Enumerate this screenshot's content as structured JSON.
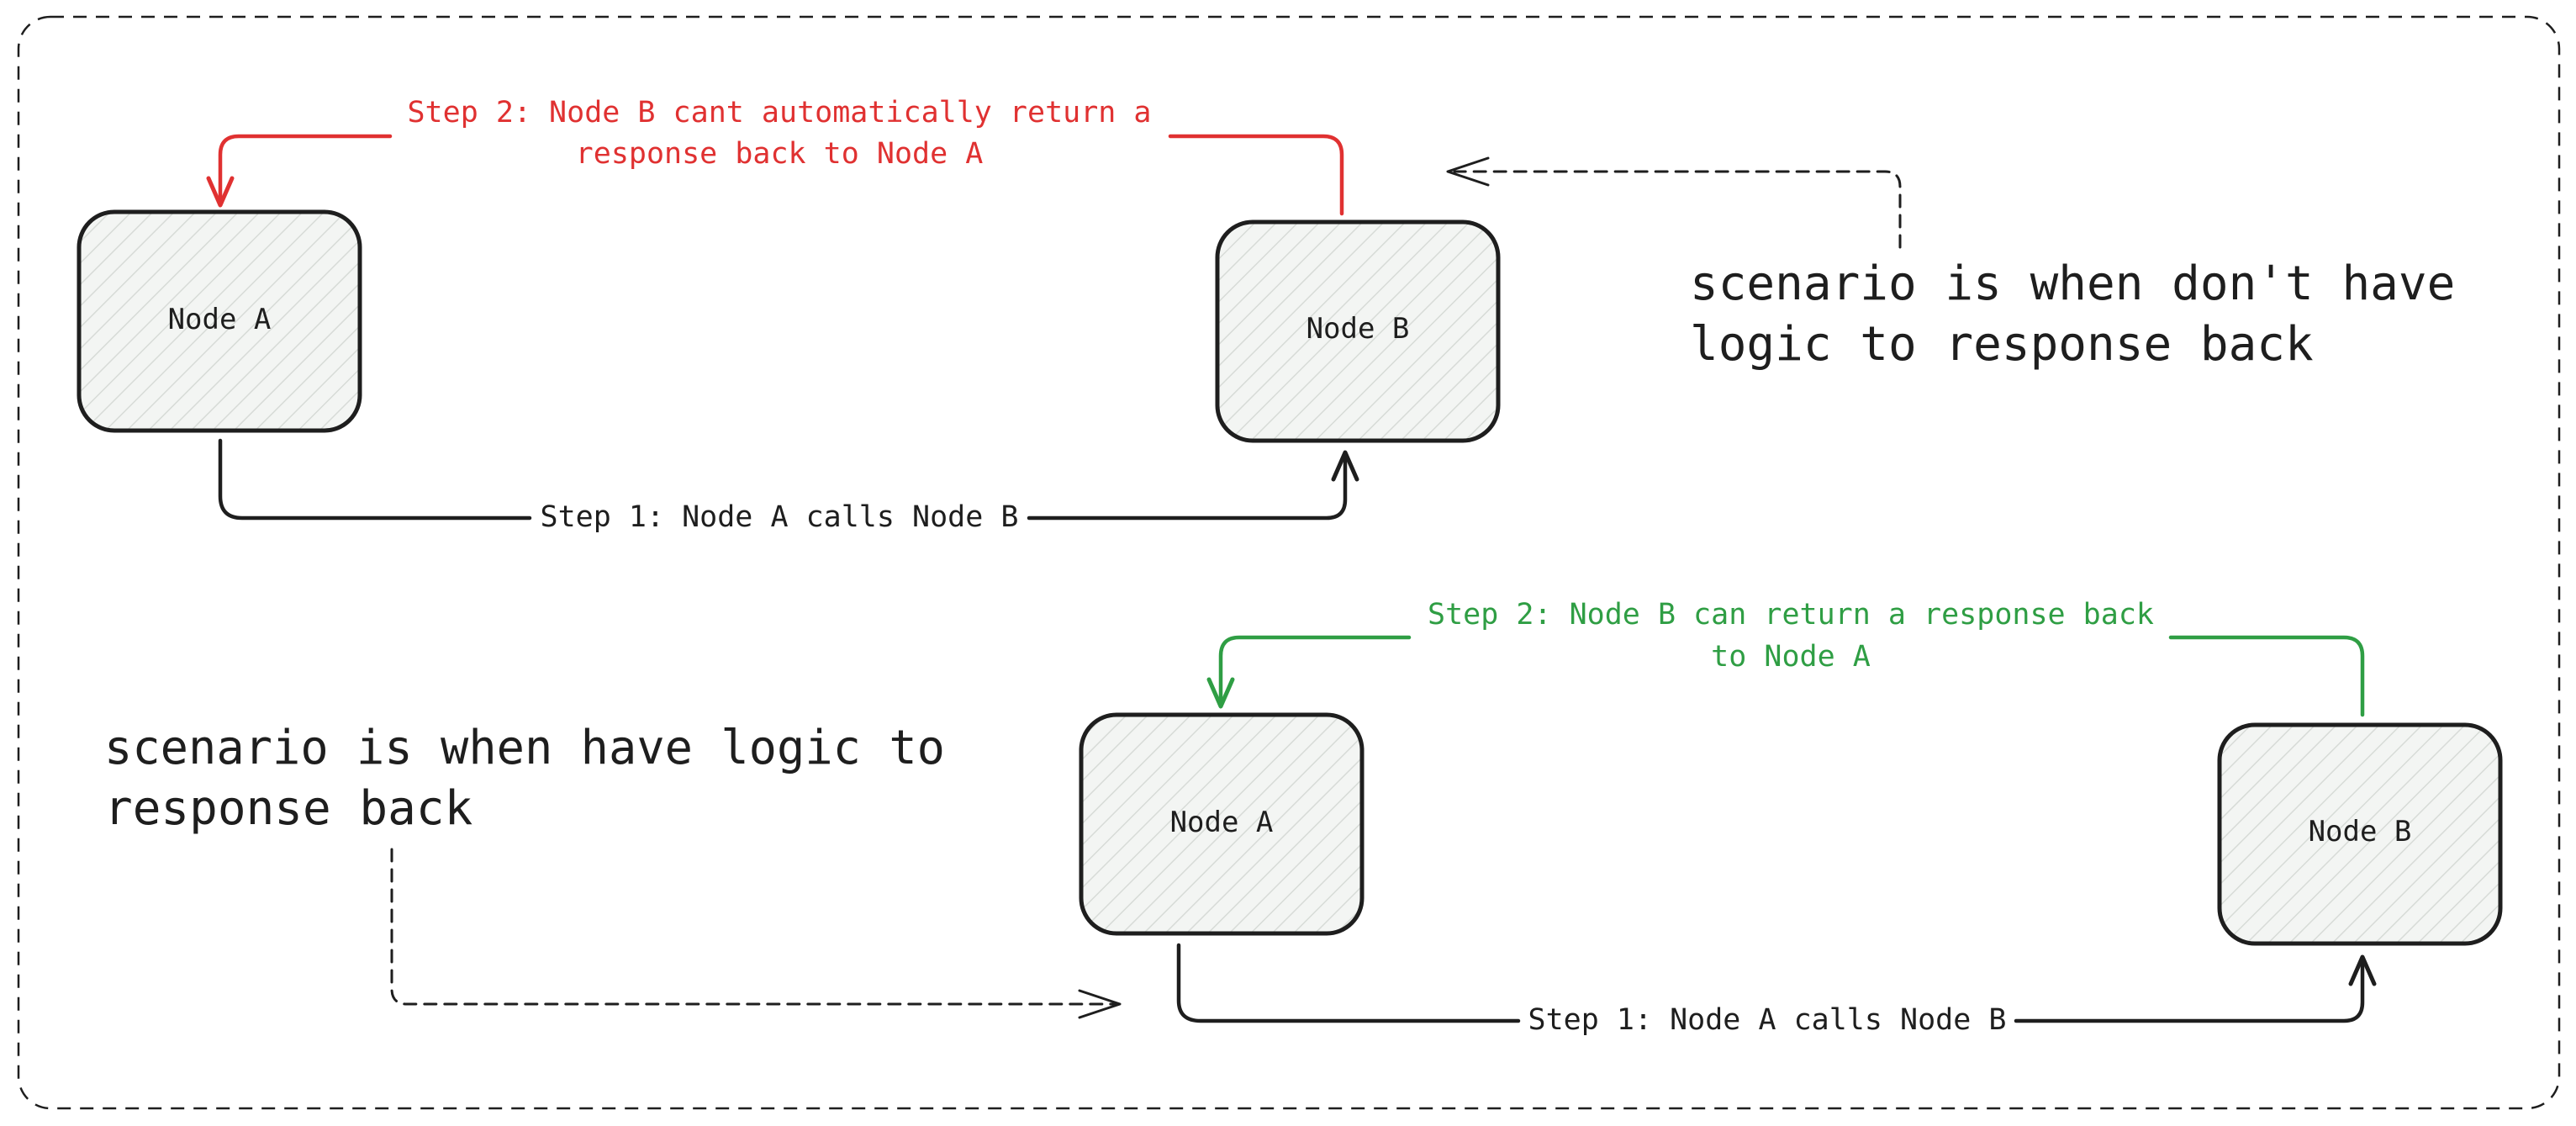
{
  "colors": {
    "ink": "#1e1e1e",
    "red": "#e03131",
    "green": "#2f9e44",
    "node_fill": "#f1f3f1",
    "hatch": "#d6dad6"
  },
  "top": {
    "node_a": "Node A",
    "node_b": "Node B",
    "step1": "Step 1: Node A calls Node B",
    "step2_line1": "Step 2: Node B cant automatically return a",
    "step2_line2": "response back to Node A",
    "note_line1": "scenario is when don't have",
    "note_line2": "logic to response back"
  },
  "bottom": {
    "node_a": "Node A",
    "node_b": "Node B",
    "step1": "Step 1: Node A calls Node B",
    "step2_line1": "Step 2: Node B can return a response back",
    "step2_line2": "to Node A",
    "note_line1": "scenario is when have logic to",
    "note_line2": "response back"
  }
}
